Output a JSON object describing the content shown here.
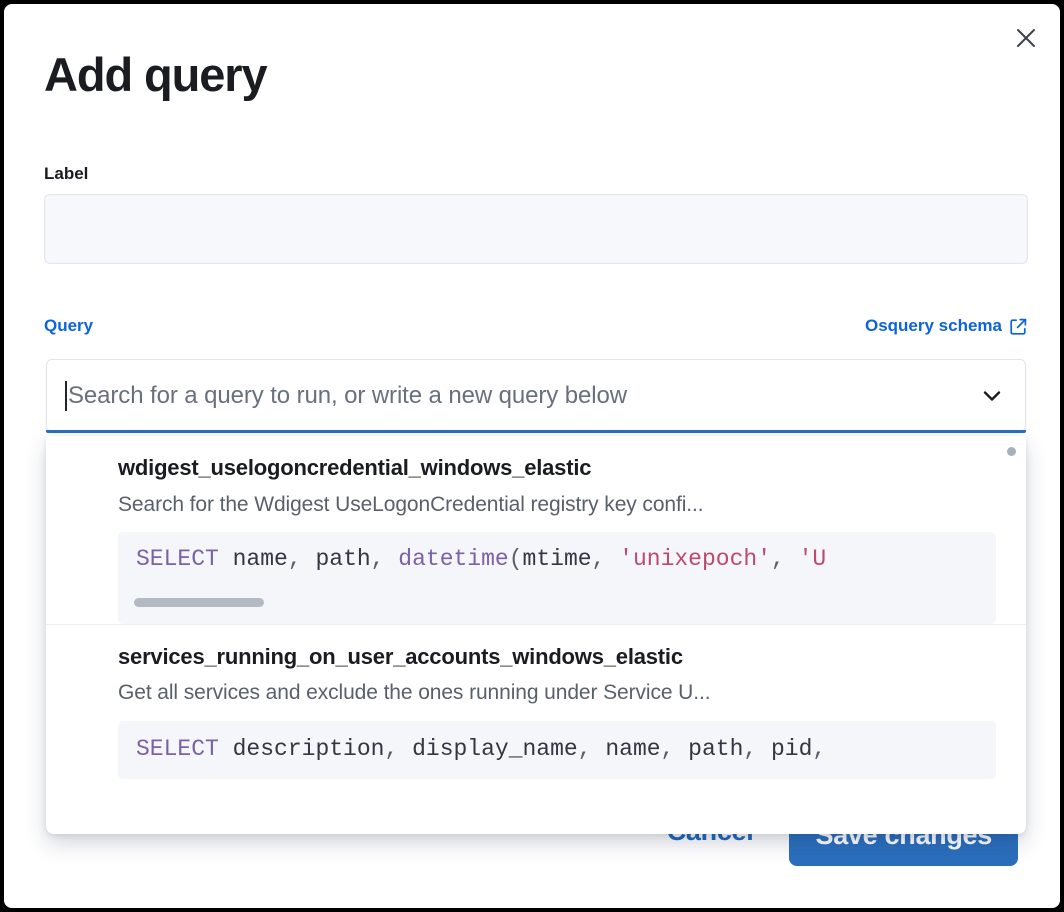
{
  "modal": {
    "title": "Add query",
    "close_icon": "close-icon"
  },
  "label_field": {
    "label": "Label",
    "value": "",
    "placeholder": ""
  },
  "query_field": {
    "label": "Query",
    "schema_link": "Osquery schema",
    "schema_link_icon": "external-link-icon",
    "combobox_value": "",
    "combobox_placeholder": "Search for a query to run, or write a new query below",
    "chevron_icon": "chevron-down-icon"
  },
  "dropdown": {
    "items": [
      {
        "title": "wdigest_uselogoncredential_windows_elastic",
        "description": "Search for the Wdigest UseLogonCredential registry key confi...",
        "code_tokens": [
          {
            "t": "SELECT",
            "k": "kw"
          },
          {
            "t": " name",
            "k": "id"
          },
          {
            "t": ",",
            "k": "punct"
          },
          {
            "t": " path",
            "k": "id"
          },
          {
            "t": ",",
            "k": "punct"
          },
          {
            "t": " ",
            "k": "id"
          },
          {
            "t": "datetime",
            "k": "fn"
          },
          {
            "t": "(",
            "k": "punct"
          },
          {
            "t": "mtime",
            "k": "id"
          },
          {
            "t": ",",
            "k": "punct"
          },
          {
            "t": " ",
            "k": "id"
          },
          {
            "t": "'unixepoch'",
            "k": "str"
          },
          {
            "t": ",",
            "k": "punct"
          },
          {
            "t": " ",
            "k": "id"
          },
          {
            "t": "'U",
            "k": "str"
          }
        ],
        "has_hscroll": true
      },
      {
        "title": "services_running_on_user_accounts_windows_elastic",
        "description": "Get all services and exclude the ones running under Service U...",
        "code_tokens": [
          {
            "t": "SELECT",
            "k": "kw"
          },
          {
            "t": " description",
            "k": "id"
          },
          {
            "t": ",",
            "k": "punct"
          },
          {
            "t": " display_name",
            "k": "id"
          },
          {
            "t": ",",
            "k": "punct"
          },
          {
            "t": " name",
            "k": "id"
          },
          {
            "t": ",",
            "k": "punct"
          },
          {
            "t": " path",
            "k": "id"
          },
          {
            "t": ",",
            "k": "punct"
          },
          {
            "t": " pid",
            "k": "id"
          },
          {
            "t": ",",
            "k": "punct"
          }
        ],
        "has_hscroll": false
      }
    ]
  },
  "footer": {
    "cancel_label": "Cancel",
    "save_label": "Save changes"
  },
  "colors": {
    "accent_blue": "#0b64dd",
    "button_blue": "#2a6fbd",
    "sql_keyword": "#7b61a8",
    "sql_string": "#bd4a6b",
    "text_dark": "#1a1c21",
    "text_muted": "#5a606b",
    "code_bg": "#f5f6fa",
    "input_bg": "#f7f8fc"
  }
}
